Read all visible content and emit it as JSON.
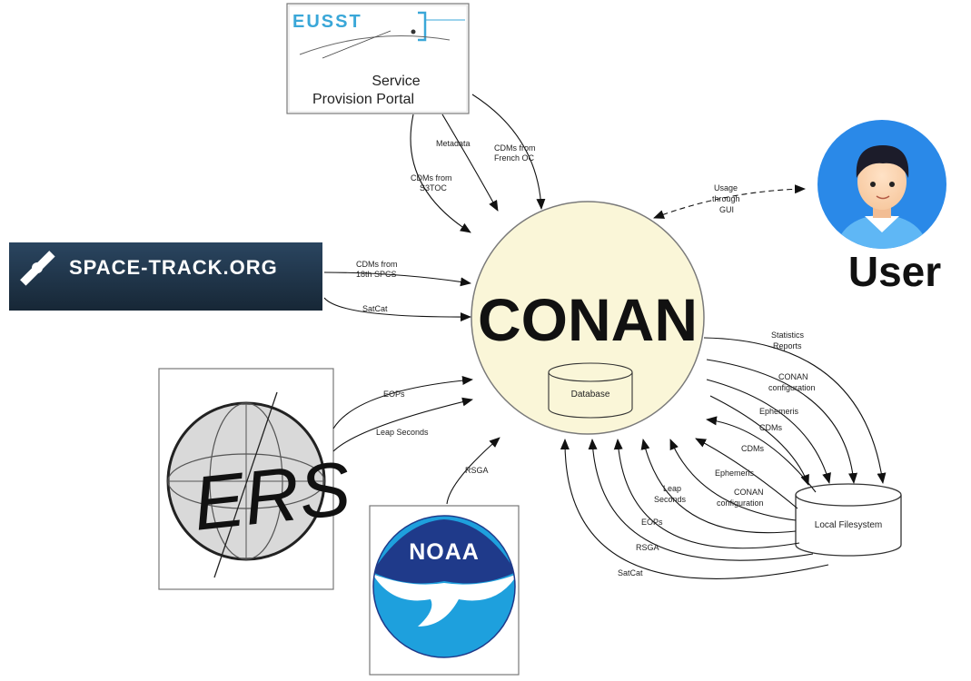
{
  "nodes": {
    "central": {
      "label": "CONAN",
      "db_label": "Database",
      "fill": "#faf6d8"
    },
    "eusst": {
      "logo_text": "EUSST",
      "caption_line1": "Service",
      "caption_line2": "Provision Portal",
      "accent": "#3aa7d8"
    },
    "spacetrack": {
      "logo_text": "SPACE-TRACK.ORG",
      "bg": "#1f3346"
    },
    "iers": {
      "logo_text": "ERS"
    },
    "noaa": {
      "logo_text": "NOAA",
      "top_color": "#1f3a8a",
      "bottom_color": "#1ea0dd"
    },
    "user": {
      "label": "User",
      "circle_color": "#2a89e8"
    },
    "filesystem": {
      "label": "Local Filesystem"
    }
  },
  "edges": {
    "cdms_s3toc": [
      "CDMs from",
      "S3TOC"
    ],
    "metadata": [
      "Metadata"
    ],
    "cdms_french": [
      "CDMs from",
      "French OC"
    ],
    "usage": [
      "Usage",
      "through",
      "GUI"
    ],
    "cdms_18spcs": [
      "CDMs from",
      "18th SPCS"
    ],
    "satcat_st": [
      "SatCat"
    ],
    "eops_iers": [
      "EOPs"
    ],
    "leap_iers": [
      "Leap Seconds"
    ],
    "rsga_noaa": [
      "RSGA"
    ],
    "out_stats": [
      "Statistics",
      "Reports"
    ],
    "out_config": [
      "CONAN",
      "configuration"
    ],
    "out_ephem": [
      "Ephemeris"
    ],
    "out_cdms": [
      "CDMs"
    ],
    "in_cdms": [
      "CDMs"
    ],
    "in_ephem": [
      "Ephemeris"
    ],
    "in_config": [
      "CONAN",
      "configuration"
    ],
    "in_leap": [
      "Leap",
      "Seconds"
    ],
    "in_eops": [
      "EOPs"
    ],
    "in_rsga": [
      "RSGA"
    ],
    "in_satcat": [
      "SatCat"
    ]
  }
}
